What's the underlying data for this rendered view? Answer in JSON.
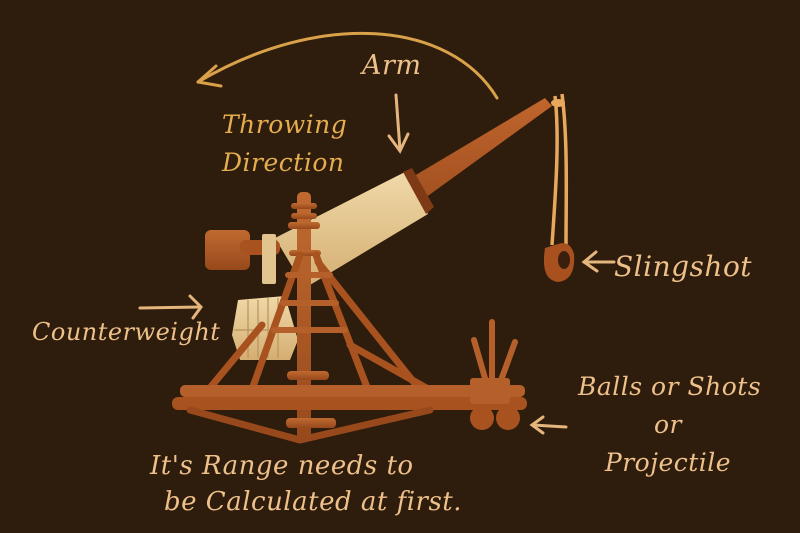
{
  "diagram": {
    "subject": "Trebuchet / catapult illustration",
    "background_color": "#2e1c0c",
    "label_color": "#eec08a",
    "accent_label_color": "#e5ad50",
    "labels": {
      "arm": "Arm",
      "throwing_direction": [
        "Throwing",
        "Direction"
      ],
      "slingshot": "Slingshot",
      "counterweight": "Counterweight",
      "projectile": [
        "Balls or Shots",
        "or",
        "Projectile"
      ],
      "range_note": [
        "It's Range needs to",
        "be Calculated at first."
      ]
    },
    "arrows": [
      {
        "name": "throwing-direction-arrow",
        "direction": "left",
        "shape": "curved arc"
      },
      {
        "name": "arm-arrow",
        "direction": "down"
      },
      {
        "name": "slingshot-arrow",
        "direction": "left"
      },
      {
        "name": "counterweight-arrow",
        "direction": "right"
      },
      {
        "name": "projectile-arrow",
        "direction": "left"
      }
    ],
    "parts_colors": {
      "wood": "#b5602a",
      "wood_dark": "#8e4419",
      "light_wood": "#e2c48e",
      "rope": "#e8a95c"
    }
  }
}
